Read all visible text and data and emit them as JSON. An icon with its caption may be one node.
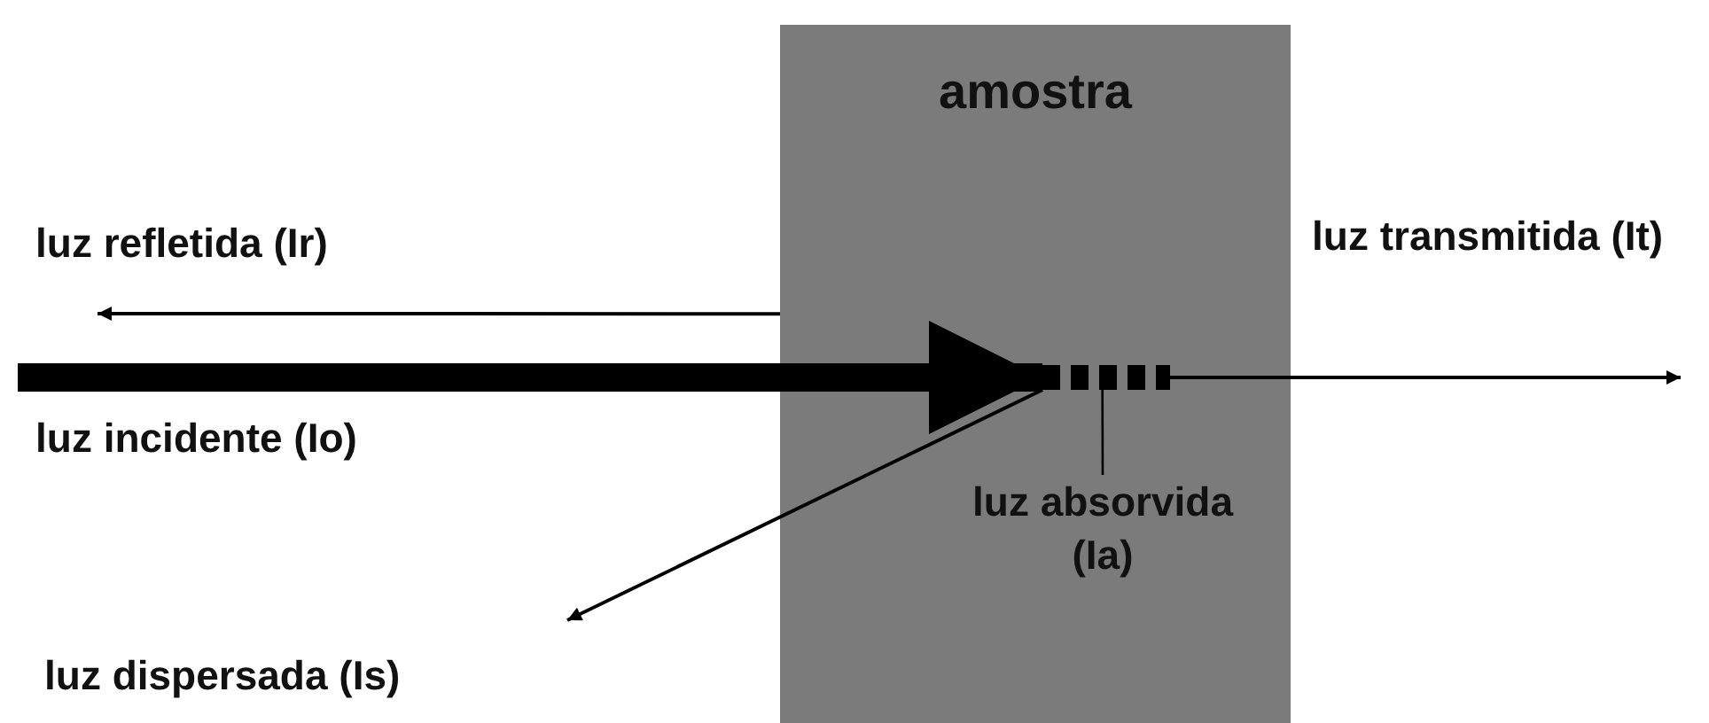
{
  "diagram": {
    "nodes": [
      {
        "text": [
          "amostra"
        ]
      },
      {
        "text": [
          "luz absorvida (Ia)"
        ],
        "in": 0
      },
      {
        "text": [],
        "shape": "bar",
        "in": 0
      }
    ],
    "edges": [
      {
        "from": null,
        "to": 2,
        "arrow": "to",
        "label": "luz incidente (Io)",
        "style": "thick"
      },
      {
        "from": 0,
        "to": null,
        "arrow": "to",
        "label": "luz refletida (Ir)"
      },
      {
        "from": 2,
        "to": null,
        "arrow": "to",
        "label": "luz transmitida (It)"
      },
      {
        "from": 2,
        "to": null,
        "arrow": "to",
        "label": "luz dispersada (Is)"
      },
      {
        "from": 1,
        "to": 2,
        "arrow": "none"
      }
    ]
  }
}
